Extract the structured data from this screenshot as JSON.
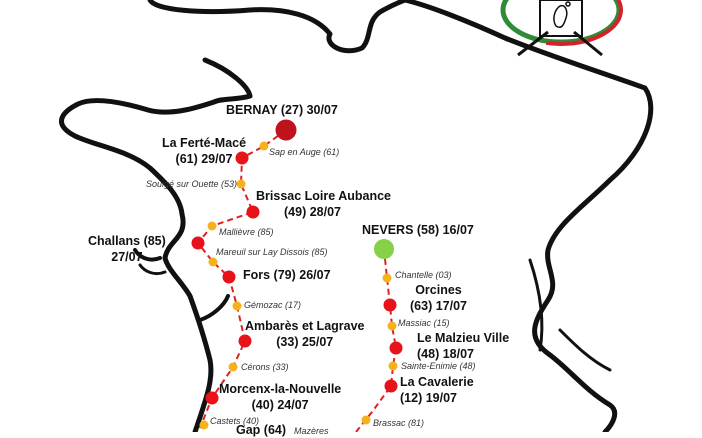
{
  "stages": [
    {
      "name": "BERNAY (27) 30/07",
      "kind": "major"
    },
    {
      "name": "La Ferté-Macé",
      "sub": "(61) 29/07",
      "kind": "major"
    },
    {
      "name": "Brissac Loire Aubance",
      "sub": "(49) 28/07",
      "kind": "major"
    },
    {
      "name": "Challans (85)",
      "sub": "27/07",
      "kind": "major"
    },
    {
      "name": "Fors (79) 26/07",
      "kind": "major"
    },
    {
      "name": "Ambarès et Lagrave",
      "sub": "(33) 25/07",
      "kind": "major"
    },
    {
      "name": "Morcenx-la-Nouvelle",
      "sub": "(40) 24/07",
      "kind": "major"
    },
    {
      "name": "NEVERS (58) 16/07",
      "kind": "major"
    },
    {
      "name": "Orcines",
      "sub": "(63) 17/07",
      "kind": "major"
    },
    {
      "name": "Le Malzieu Ville",
      "sub": "(48) 18/07",
      "kind": "major"
    },
    {
      "name": "La Cavalerie",
      "sub": "(12) 19/07",
      "kind": "major"
    },
    {
      "name": "Gap (64)",
      "kind": "major"
    }
  ],
  "stops": [
    "Sap en Auge (61)",
    "Soulgé sur Ouette (53)",
    "Mallièvre (85)",
    "Mareuil sur Lay Dissois (85)",
    "Gémozac (17)",
    "Cérons (33)",
    "Castets (40)",
    "Chantelle (03)",
    "Massiac (15)",
    "Sainte-Enimie (48)",
    "Brassac (81)",
    "Mazères"
  ],
  "colors": {
    "stage_red": "#e8121a",
    "finish_dark_red": "#c0121a",
    "start_green": "#86d04a",
    "stop_yellow": "#f5b21b",
    "route_red": "#e02020",
    "outline": "#111111",
    "logo_green": "#2f8a3a",
    "logo_red": "#d2232a"
  },
  "logo": {
    "icon": "foot-icon"
  }
}
